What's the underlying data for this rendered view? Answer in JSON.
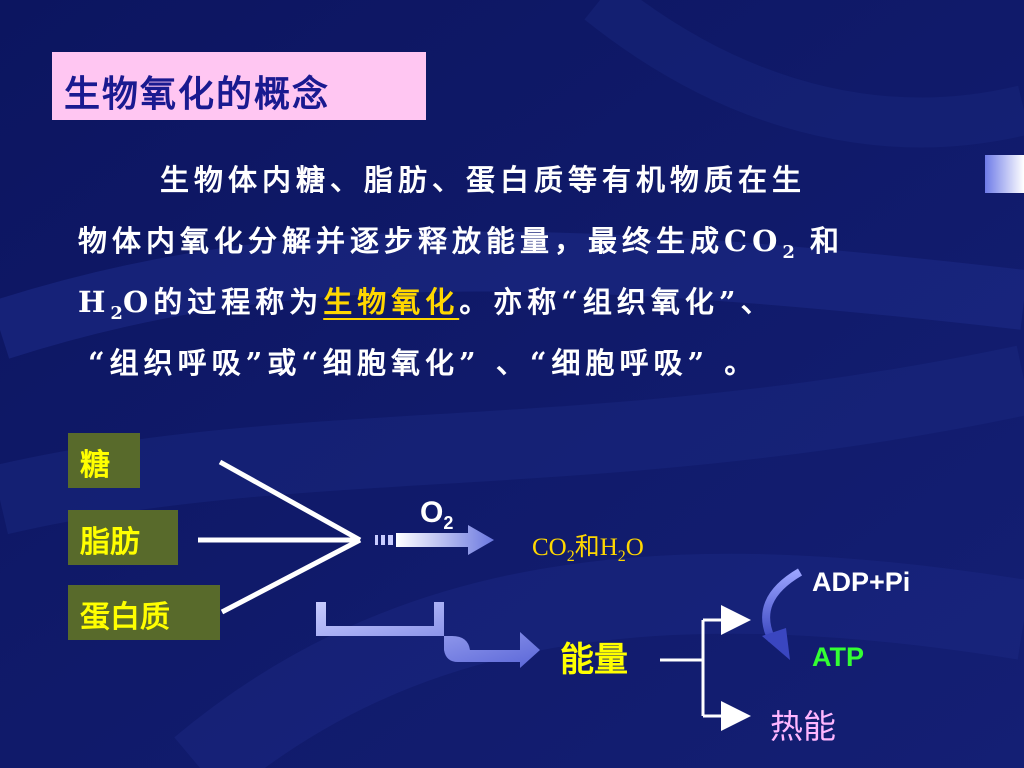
{
  "title": "生物氧化的概念",
  "paragraph": {
    "line1": "生物体内糖、脂肪、蛋白质等有机物质在生",
    "line2_a": "物体内氧化分解并逐步释放能量，最终生成CO",
    "line2_sub": "2",
    "line2_b": " 和",
    "line3_a": "H",
    "line3_sub": "2",
    "line3_b": "O的过程称为",
    "line3_term": "生物氧化",
    "line3_c": "。亦称“组织氧化”、",
    "line4": "“组织呼吸”或“细胞氧化” 、“细胞呼吸” 。"
  },
  "diagram": {
    "sugar": "糖",
    "fat": "脂肪",
    "protein": "蛋白质",
    "o2_main": "O",
    "o2_sub": "2",
    "product_a": "CO",
    "product_sub1": "2",
    "product_b": "和H",
    "product_sub2": "2",
    "product_c": "O",
    "energy": "能量",
    "adp": "ADP+Pi",
    "atp": "ATP",
    "heat": "热能"
  },
  "colors": {
    "background": "#101a66",
    "title_box": "#ffc6f2",
    "label_box": "#586a2b",
    "label_text": "#ffff00",
    "product": "#ffd700",
    "atp": "#33ff33",
    "heat": "#ffb6ff"
  }
}
